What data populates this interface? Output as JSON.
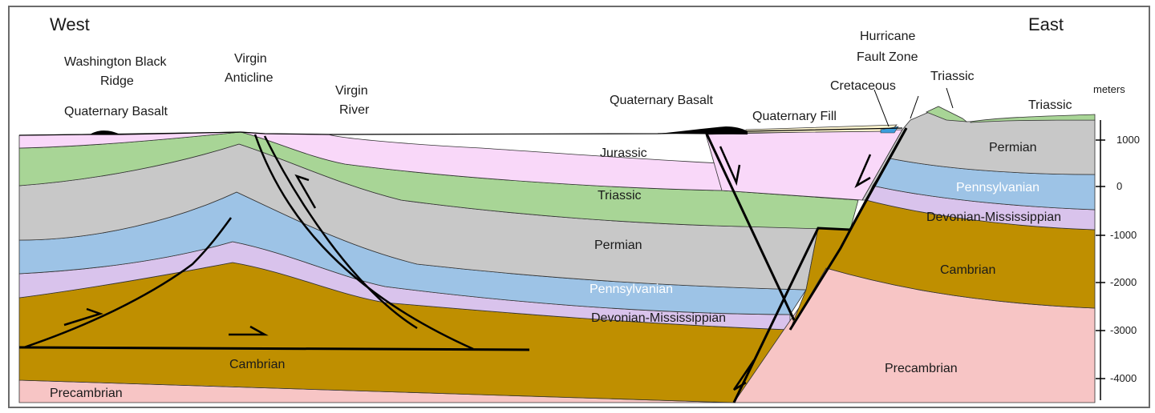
{
  "directions": {
    "west": "West",
    "east": "East"
  },
  "surface_labels": {
    "washington_black_ridge_line1": "Washington Black",
    "washington_black_ridge_line2": "Ridge",
    "quaternary_basalt_west": "Quaternary Basalt",
    "virgin_anticline_line1": "Virgin",
    "virgin_anticline_line2": "Anticline",
    "virgin_river_line1": "Virgin",
    "virgin_river_line2": "River",
    "quaternary_basalt_east": "Quaternary Basalt",
    "quaternary_fill": "Quaternary Fill",
    "cretaceous": "Cretaceous",
    "hurricane_fault_zone_line1": "Hurricane",
    "hurricane_fault_zone_line2": "Fault Zone",
    "triassic_top": "Triassic",
    "triassic_east_surface": "Triassic"
  },
  "unit_labels": {
    "jurassic": "Jurassic",
    "triassic": "Triassic",
    "permian_west": "Permian",
    "pennsylvanian_west": "Pennsylvanian",
    "devonian_mississippian_west": "Devonian-Mississippian",
    "cambrian_west": "Cambrian",
    "precambrian_west": "Precambrian",
    "permian_east": "Permian",
    "pennsylvanian_east": "Pennsylvanian",
    "devonian_mississippian_east": "Devonian-Mississippian",
    "cambrian_east": "Cambrian",
    "precambrian_east": "Precambrian"
  },
  "scale": {
    "unit": "meters",
    "ticks": [
      "1000",
      "0",
      "-1000",
      "-2000",
      "-3000",
      "-4000"
    ]
  },
  "colors": {
    "jurassic": "#f9d8f9",
    "triassic": "#a8d596",
    "permian": "#c8c8c8",
    "pennsylvanian": "#9dc3e6",
    "devonian_mississippian": "#d9c3ec",
    "cambrian": "#bf8f00",
    "precambrian": "#f7c5c5",
    "basalt": "#000000",
    "fill": "#fff6cf",
    "cretaceous": "#3b9ddc"
  }
}
